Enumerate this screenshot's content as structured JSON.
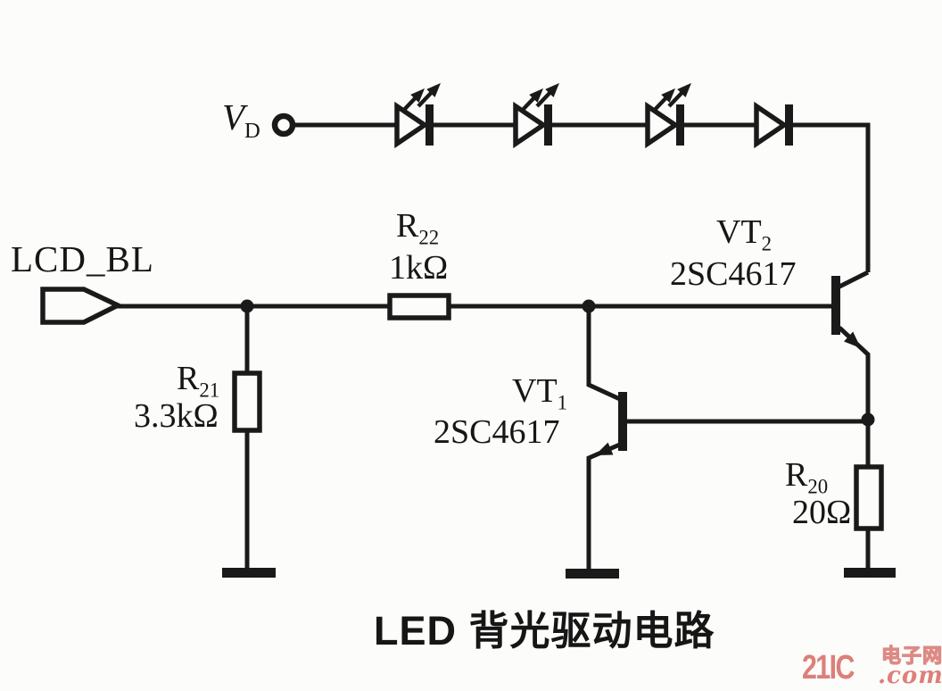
{
  "title": {
    "text": "LED 背光驱动电路"
  },
  "schematic": {
    "supply": {
      "base": "V",
      "sub": "D"
    },
    "input_label": "LCD_BL",
    "r22": {
      "base": "R",
      "sub": "22",
      "value": "1kΩ"
    },
    "r21": {
      "base": "R",
      "sub": "21",
      "value": "3.3kΩ"
    },
    "r20": {
      "base": "R",
      "sub": "20",
      "value": "20Ω"
    },
    "vt2": {
      "base": "VT",
      "sub": "2",
      "part": "2SC4617"
    },
    "vt1": {
      "base": "VT",
      "sub": "1",
      "part": "2SC4617"
    },
    "led_count": 3,
    "plain_diode_count": 1,
    "ground_count": 3
  },
  "watermark": {
    "brand": "21IC",
    "site_cn": "电子网",
    "tld": ".com",
    "color": "#dd7f7a"
  },
  "colors": {
    "ink": "#1a1a1a",
    "paper": "#fcfcfa"
  }
}
